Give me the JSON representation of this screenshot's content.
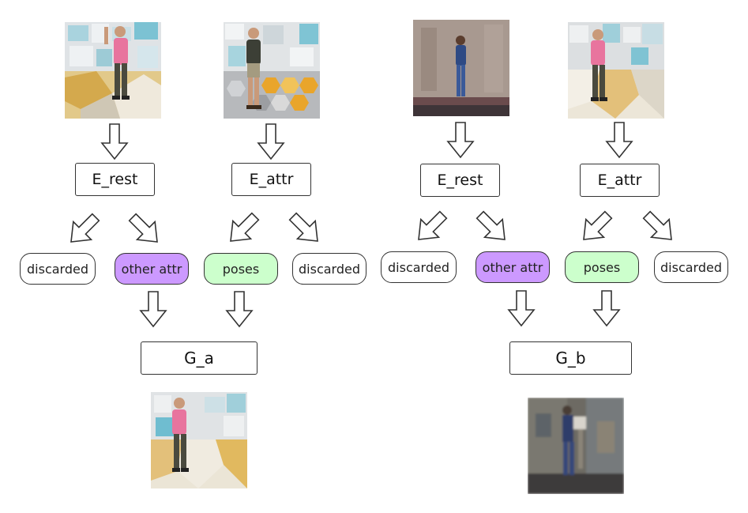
{
  "left": {
    "encoders": {
      "rest": "E_rest",
      "attr": "E_attr"
    },
    "outputs": [
      "discarded",
      "other attr",
      "poses",
      "discarded"
    ],
    "generator": "G_a"
  },
  "right": {
    "encoders": {
      "rest": "E_rest",
      "attr": "E_attr"
    },
    "outputs": [
      "discarded",
      "other attr",
      "poses",
      "discarded"
    ],
    "generator": "G_b"
  },
  "colors": {
    "other_attr": "#cc99ff",
    "poses": "#ccffcc",
    "stroke": "#333333"
  }
}
